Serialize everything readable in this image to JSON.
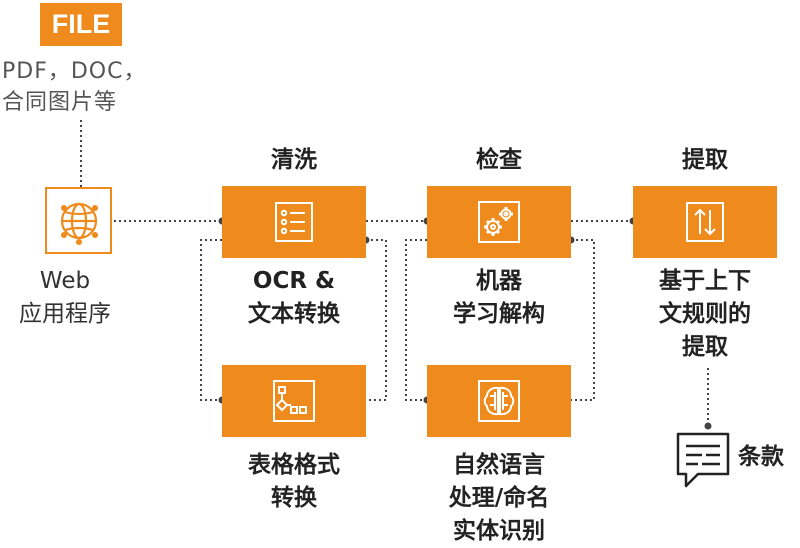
{
  "input": {
    "badge": "FILE",
    "desc_line1": "PDF，DOC，",
    "desc_line2": "合同图片等"
  },
  "web_app": {
    "label_line1": "Web",
    "label_line2": "应用程序",
    "icon": "globe-network-icon"
  },
  "stages": {
    "clean": {
      "title": "清洗",
      "ocr_line1": "OCR &",
      "ocr_line2": "文本转换",
      "ocr_icon": "list-document-icon",
      "table_line1": "表格格式",
      "table_line2": "转换",
      "table_icon": "table-flow-icon"
    },
    "check": {
      "title": "检查",
      "ml_line1": "机器",
      "ml_line2": "学习解构",
      "ml_icon": "gears-icon",
      "nlp_line1": "自然语言",
      "nlp_line2": "处理/命名",
      "nlp_line3": "实体识别",
      "nlp_icon": "brain-circuit-icon"
    },
    "extract": {
      "title": "提取",
      "rule_line1": "基于上下",
      "rule_line2": "文规则的",
      "rule_line3": "提取",
      "rule_icon": "swap-arrows-icon"
    }
  },
  "output": {
    "label": "条款",
    "icon": "document-chat-icon"
  },
  "colors": {
    "accent": "#EE8B1C",
    "connector": "#444444"
  }
}
